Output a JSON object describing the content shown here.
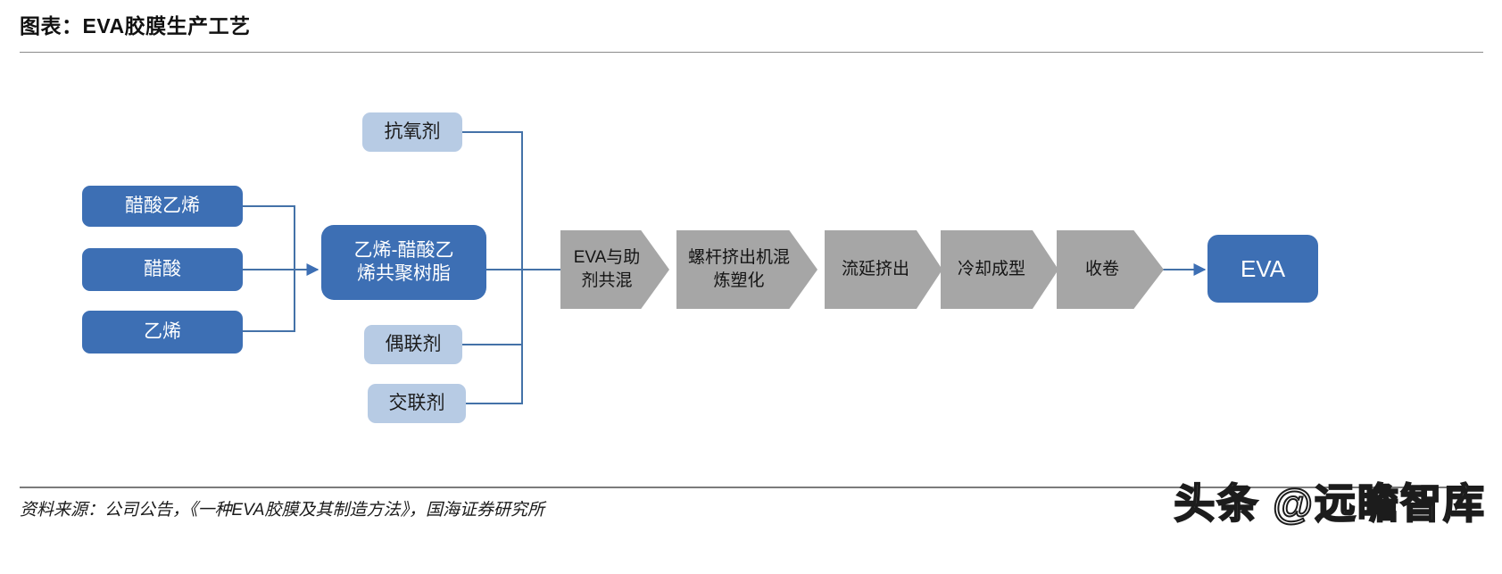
{
  "header": {
    "title": "图表：EVA胶膜生产工艺"
  },
  "footer": {
    "source": "资料来源：公司公告，《一种EVA胶膜及其制造方法》，国海证券研究所",
    "watermark": "头条 @远瞻智库"
  },
  "colors": {
    "dark_blue": "#3D6FB4",
    "light_blue": "#B7CBE4",
    "chevron_gray": "#A6A6A6",
    "connector_blue": "#4472A8",
    "rule_gray": "#7B7B7B"
  },
  "chart_data": {
    "type": "diagram",
    "title": "图表：EVA胶膜生产工艺",
    "diagram_kind": "process-flow",
    "raw_materials": [
      {
        "label": "醋酸乙烯",
        "style": "dark"
      },
      {
        "label": "醋酸",
        "style": "dark"
      },
      {
        "label": "乙烯",
        "style": "dark"
      }
    ],
    "intermediate": {
      "label": "乙烯-醋酸乙烯共聚树脂",
      "line1": "乙烯-醋酸乙",
      "line2": "烯共聚树脂",
      "style": "dark"
    },
    "additives": [
      {
        "label": "抗氧剂",
        "style": "light"
      },
      {
        "label": "偶联剂",
        "style": "light"
      },
      {
        "label": "交联剂",
        "style": "light"
      }
    ],
    "process_steps": [
      {
        "label": "EVA与助剂共混",
        "line1": "EVA与助",
        "line2": "剂共混"
      },
      {
        "label": "螺杆挤出机混炼塑化",
        "line1": "螺杆挤出机混",
        "line2": "炼塑化"
      },
      {
        "label": "流延挤出",
        "line1": "流延挤出",
        "line2": ""
      },
      {
        "label": "冷却成型",
        "line1": "冷却成型",
        "line2": ""
      },
      {
        "label": "收卷",
        "line1": "收卷",
        "line2": ""
      }
    ],
    "output": {
      "label": "EVA",
      "style": "dark"
    },
    "flow": [
      "醋酸乙烯 + 醋酸 + 乙烯 → 乙烯-醋酸乙烯共聚树脂",
      "乙烯-醋酸乙烯共聚树脂 + 抗氧剂 + 偶联剂 + 交联剂 → EVA与助剂共混",
      "EVA与助剂共混 → 螺杆挤出机混炼塑化 → 流延挤出 → 冷却成型 → 收卷 → EVA"
    ]
  }
}
